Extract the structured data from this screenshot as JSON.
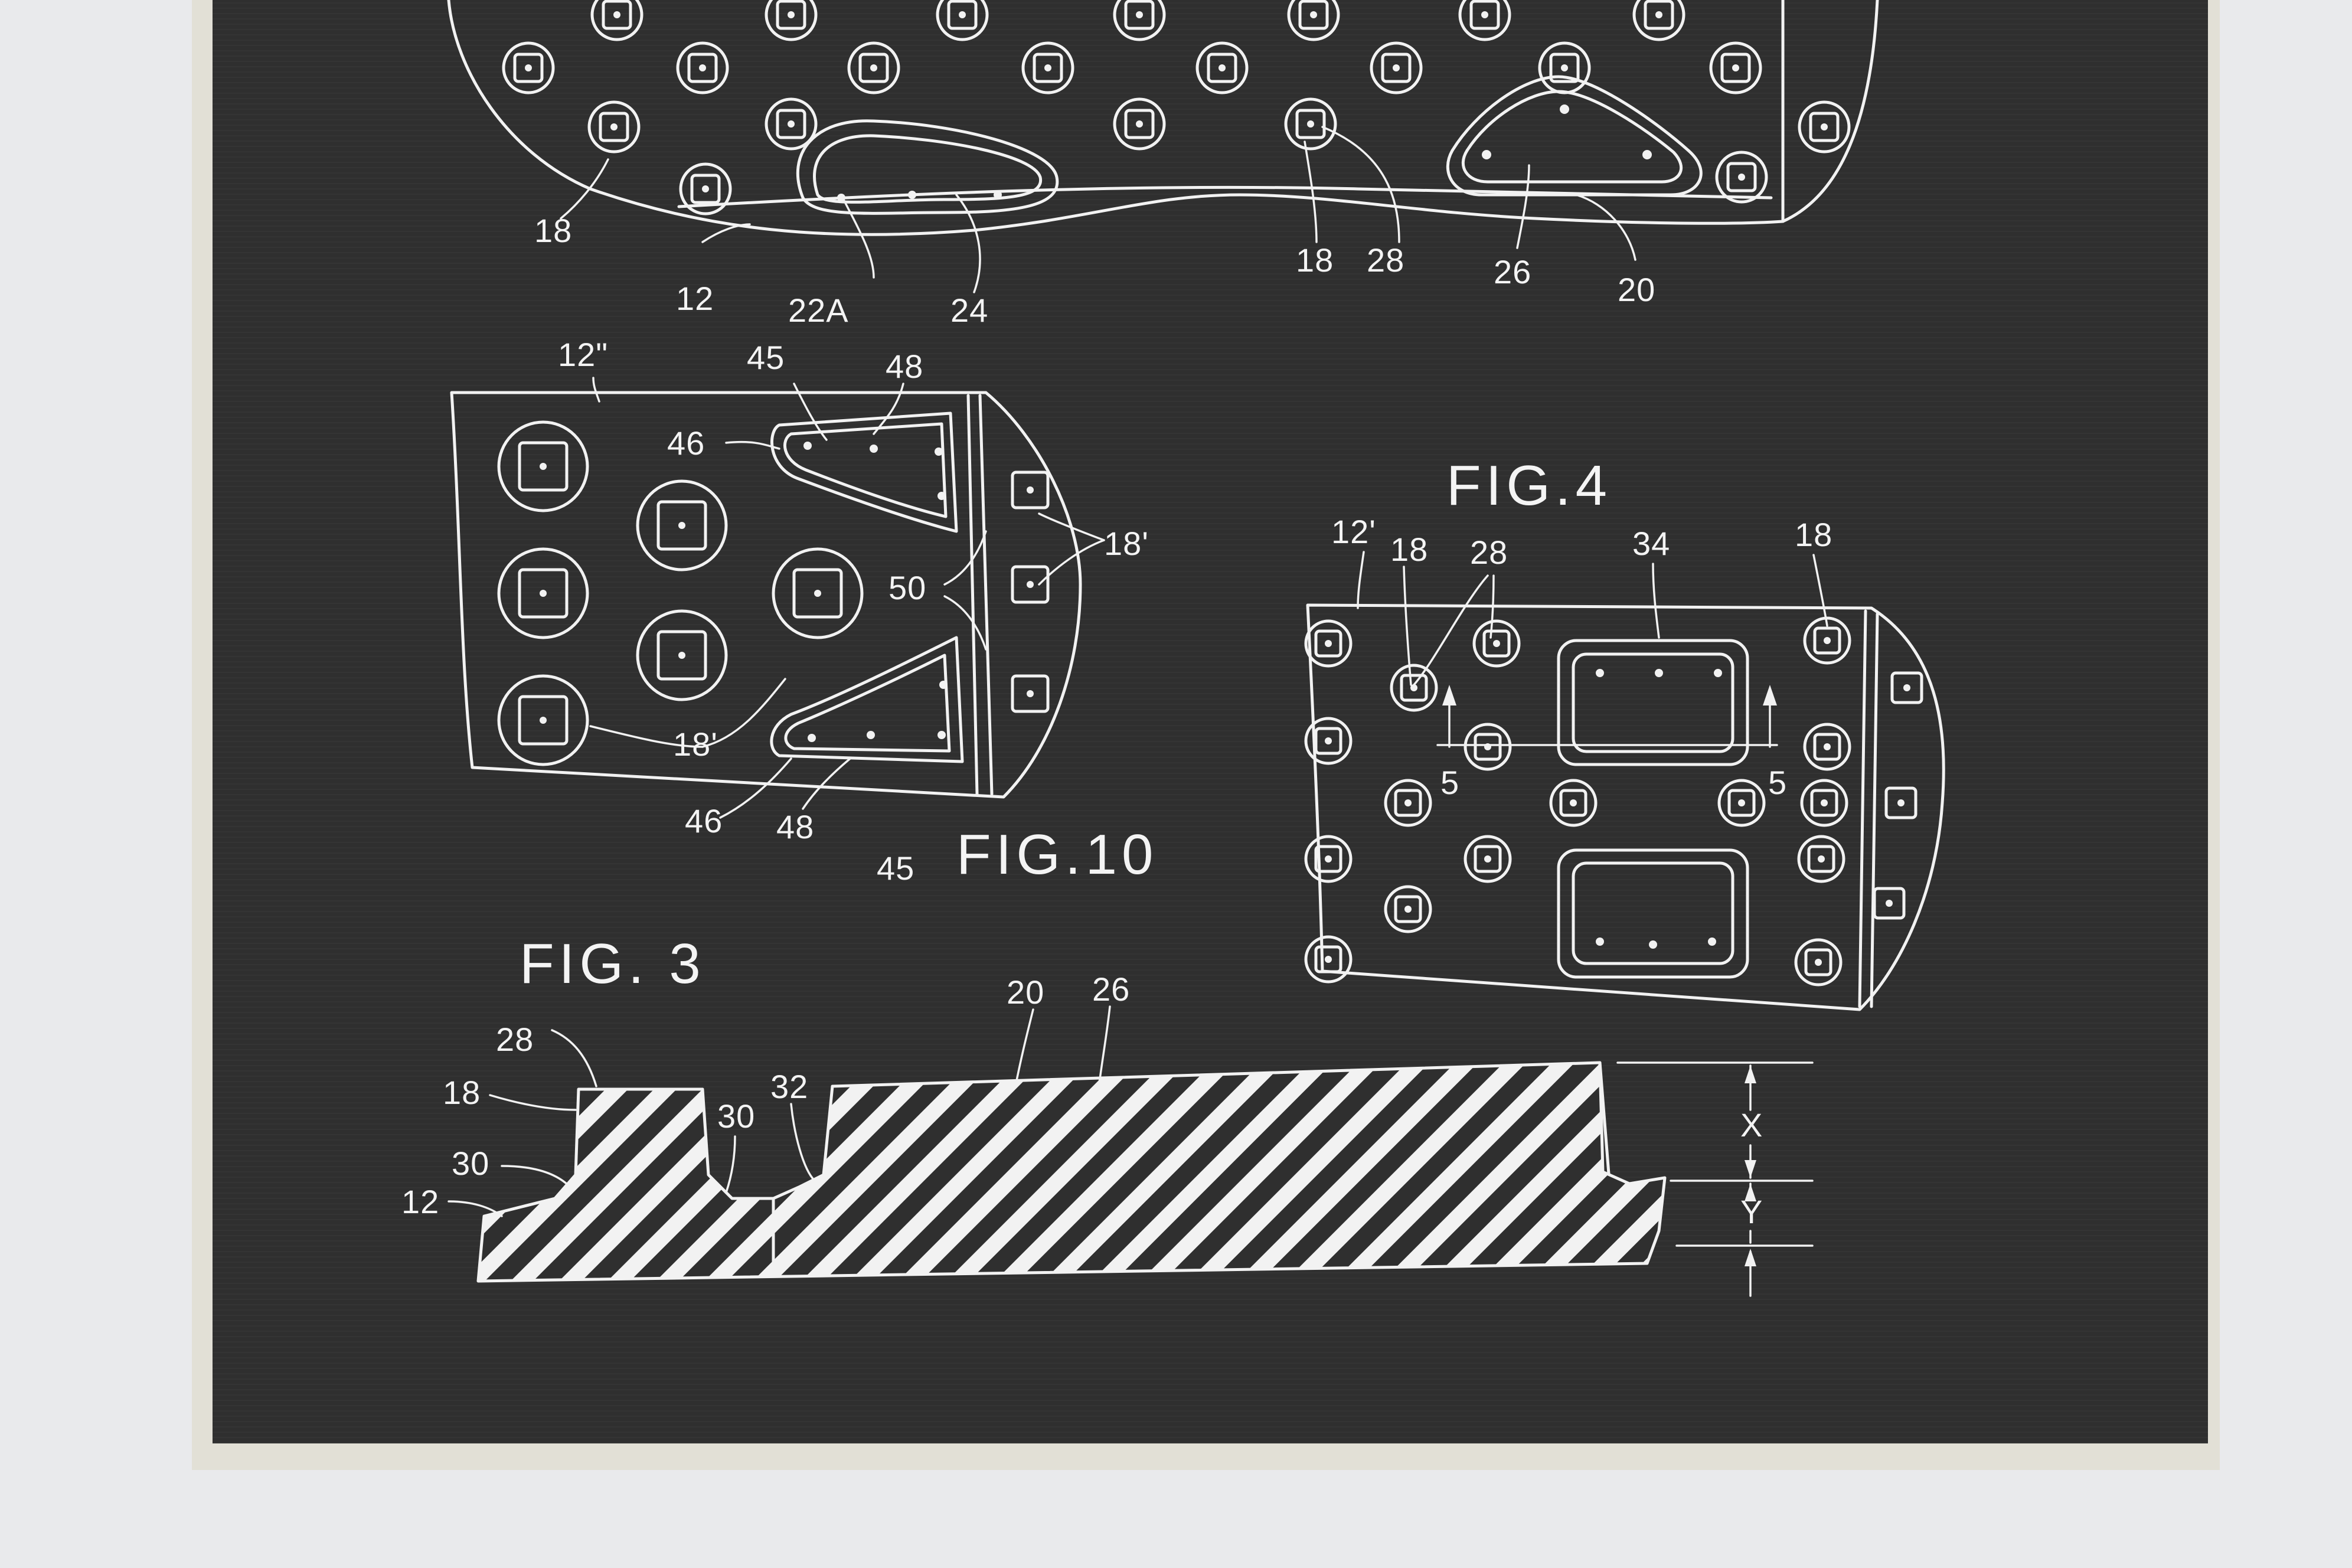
{
  "figures": {
    "fig1_labels": [
      "18",
      "12",
      "22A",
      "24",
      "18",
      "28",
      "26",
      "20"
    ],
    "fig10": {
      "title": "FIG.10",
      "labels": [
        "12\"",
        "45",
        "48",
        "46",
        "18'",
        "50",
        "18'",
        "46",
        "48",
        "45"
      ]
    },
    "fig4": {
      "title": "FIG.4",
      "labels": [
        "12'",
        "18",
        "28",
        "34",
        "18",
        "5",
        "5"
      ]
    },
    "fig3": {
      "title": "FIG. 3",
      "labels": [
        "28",
        "18",
        "30",
        "12",
        "30",
        "32",
        "20",
        "26",
        "X",
        "Y"
      ]
    }
  },
  "colors": {
    "background": "#2f2f2f",
    "linework": "#f2f2f2",
    "mat": "#e9eaec"
  }
}
